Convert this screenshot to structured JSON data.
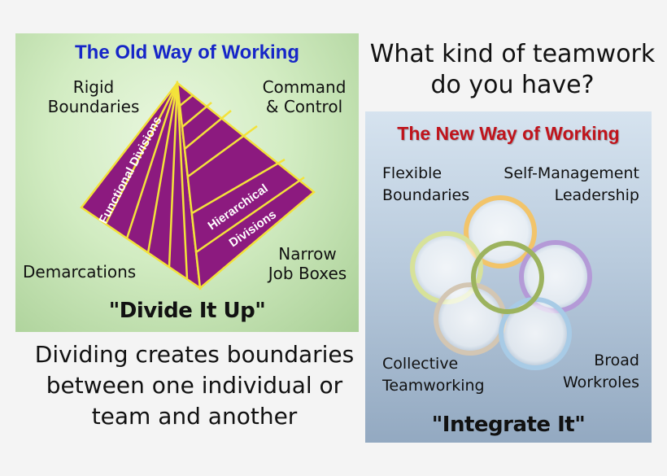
{
  "question": {
    "line1": "What kind of teamwork",
    "line2": "do you have?"
  },
  "old_way": {
    "title": "The Old Way of Working",
    "labels": {
      "rigid_line1": "Rigid",
      "rigid_line2": "Boundaries",
      "command_line1": "Command",
      "command_line2": "& Control",
      "demarcations": "Demarcations",
      "narrow_line1": "Narrow",
      "narrow_line2": "Job Boxes"
    },
    "pyramid": {
      "functional_label": "Functional Divisions",
      "hierarchical_line1": "Hierarchical",
      "hierarchical_line2": "Divisions",
      "face_color": "#8c1a7f",
      "line_color": "#f3e23a"
    },
    "slogan": "\"Divide It Up\""
  },
  "caption": {
    "line1": "Dividing creates boundaries",
    "line2": "between one individual or",
    "line3": "team and another"
  },
  "new_way": {
    "title": "The New Way of Working",
    "labels": {
      "flexible_line1": "Flexible",
      "flexible_line2": "Boundaries",
      "self_line1": "Self-Management",
      "self_line2": "Leadership",
      "collective_line1": "Collective",
      "collective_line2": "Teamworking",
      "broad_line1": "Broad",
      "broad_line2": "Workroles"
    },
    "ring_colors": [
      "#f2c46a",
      "#d7e29a",
      "#b49ad7",
      "#d3c6b3",
      "#a8cbe6",
      "#9cb35e"
    ],
    "slogan": "\"Integrate It\""
  }
}
